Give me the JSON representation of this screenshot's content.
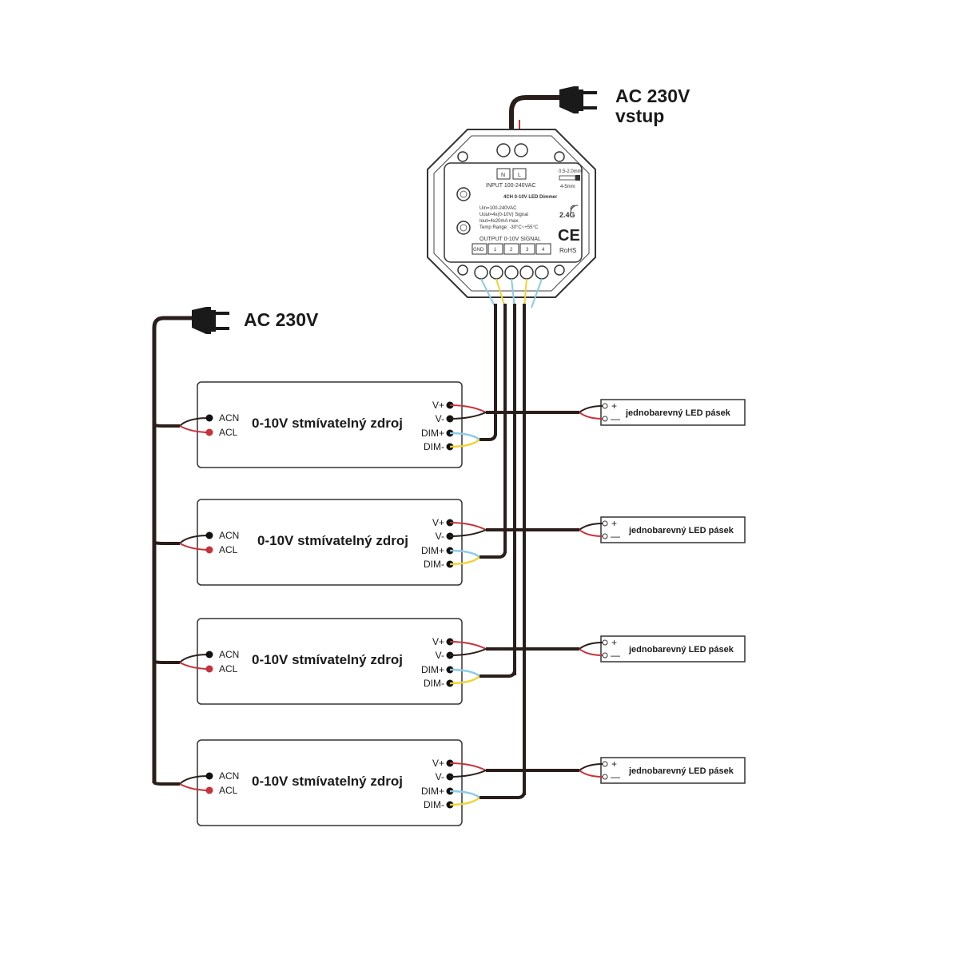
{
  "title_input": [
    "AC 230V",
    "vstup"
  ],
  "title_mains": "AC 230V",
  "controller": {
    "terminals_in": [
      "N",
      "L"
    ],
    "input_label": "INPUT 100-240VAC",
    "wire_spec": [
      "0.5-2.0mm²",
      "4-5mm"
    ],
    "model": "4CH 0-10V LED Dimmer",
    "specs": [
      "Uin=100-240VAC",
      "Uout=4x(0-10V) Signal",
      "Iout=4x20mA max.",
      "Temp Range: -30°C~+55°C"
    ],
    "rf_label": "2.4G",
    "ce_label": "CE",
    "rohs_label": "RoHS",
    "output_label": "OUTPUT 0-10V SIGNAL",
    "terminals_out": [
      "GND",
      "1",
      "2",
      "3",
      "4"
    ]
  },
  "psu": {
    "label": "0-10V stmívatelný zdroj",
    "ac_terminals": [
      "ACN",
      "ACL"
    ],
    "dc_terminals": [
      "V+",
      "V-",
      "DIM+",
      "DIM-"
    ]
  },
  "strip": {
    "label": "jednobarevný LED pásek",
    "plus": "+",
    "minus": "—"
  },
  "colors": {
    "wire_black": "#2a1e1a",
    "wire_red": "#c8323c",
    "wire_blue": "#8ccbe6",
    "wire_yellow": "#f0d232",
    "outline": "#333333"
  }
}
